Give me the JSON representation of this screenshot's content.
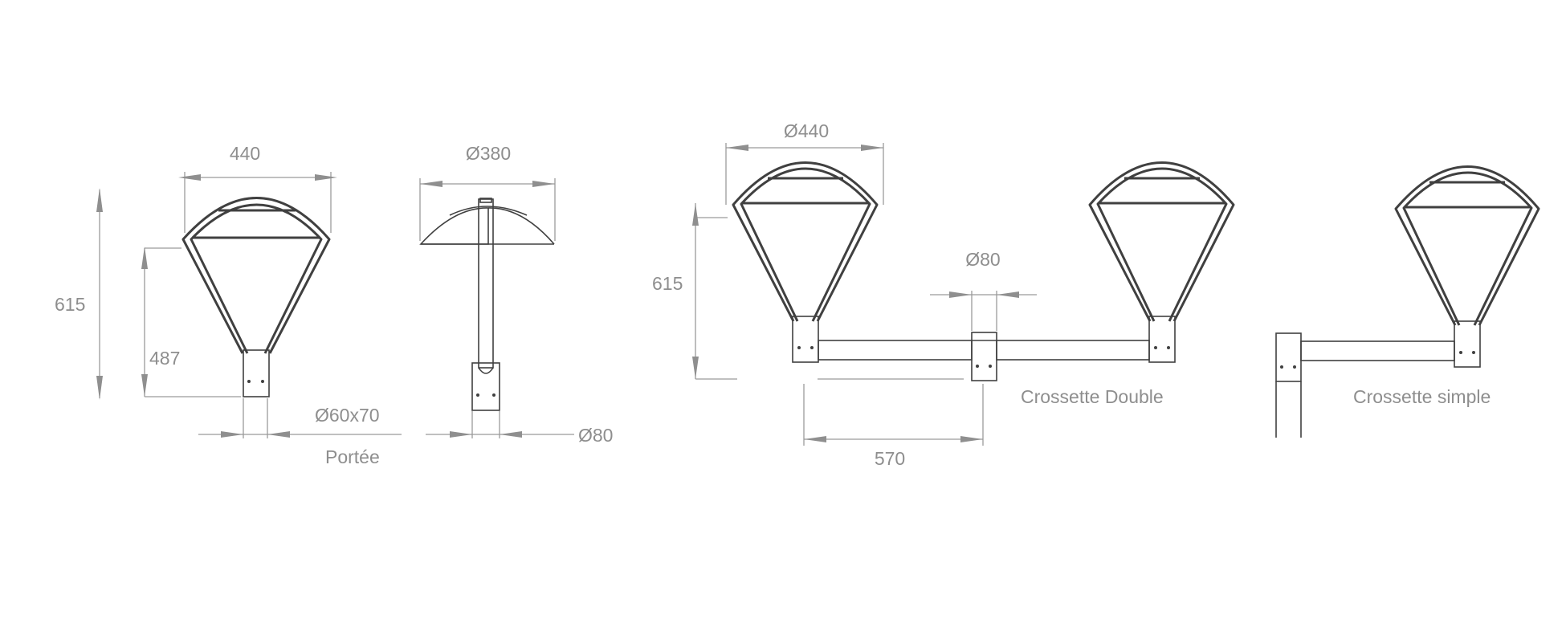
{
  "colors": {
    "outline": "#404040",
    "dimension": "#9a9a9a",
    "text": "#8e8e8e"
  },
  "portee": {
    "width_label": "440",
    "height_total_label": "615",
    "height_lower_label": "487",
    "spigot_label": "Ø60x70",
    "caption": "Portée"
  },
  "side_view": {
    "diameter_label": "Ø380",
    "spigot_label": "Ø80"
  },
  "crossette_double": {
    "lantern_diameter_label": "Ø440",
    "height_label": "615",
    "center_spigot_label": "Ø80",
    "spacing_label": "570",
    "caption": "Crossette Double"
  },
  "crossette_simple": {
    "caption": "Crossette simple"
  }
}
